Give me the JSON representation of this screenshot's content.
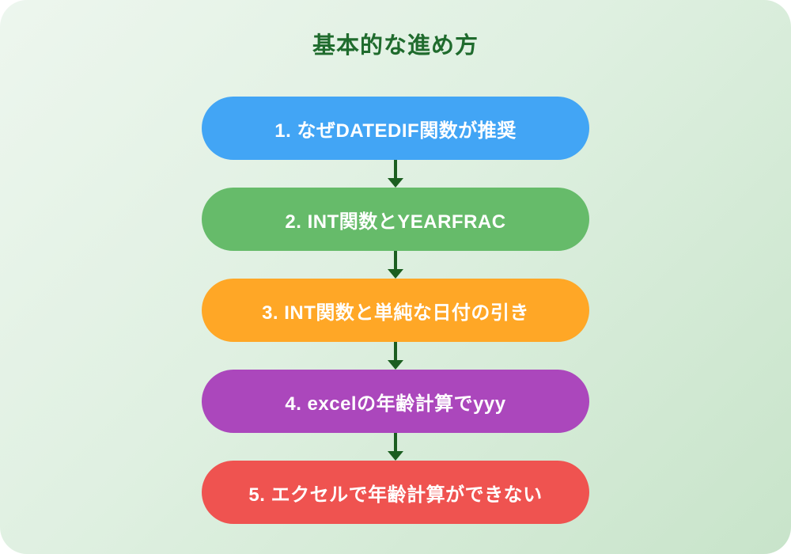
{
  "page": {
    "title": "基本的な進め方",
    "title_color": "#1f6b2d",
    "background_gradient": [
      "#edf6ee",
      "#c8e4ca"
    ]
  },
  "flow": {
    "arrow_color": "#1b5e20",
    "steps": [
      {
        "label": "1. なぜDATEDIF関数が推奨",
        "color": "#42a5f5"
      },
      {
        "label": "2. INT関数とYEARFRAC",
        "color": "#66bb6a"
      },
      {
        "label": "3. INT関数と単純な日付の引き",
        "color": "#ffa726"
      },
      {
        "label": "4. excelの年齢計算でyyy",
        "color": "#ab47bc"
      },
      {
        "label": "5. エクセルで年齢計算ができない",
        "color": "#ef5350"
      }
    ]
  }
}
